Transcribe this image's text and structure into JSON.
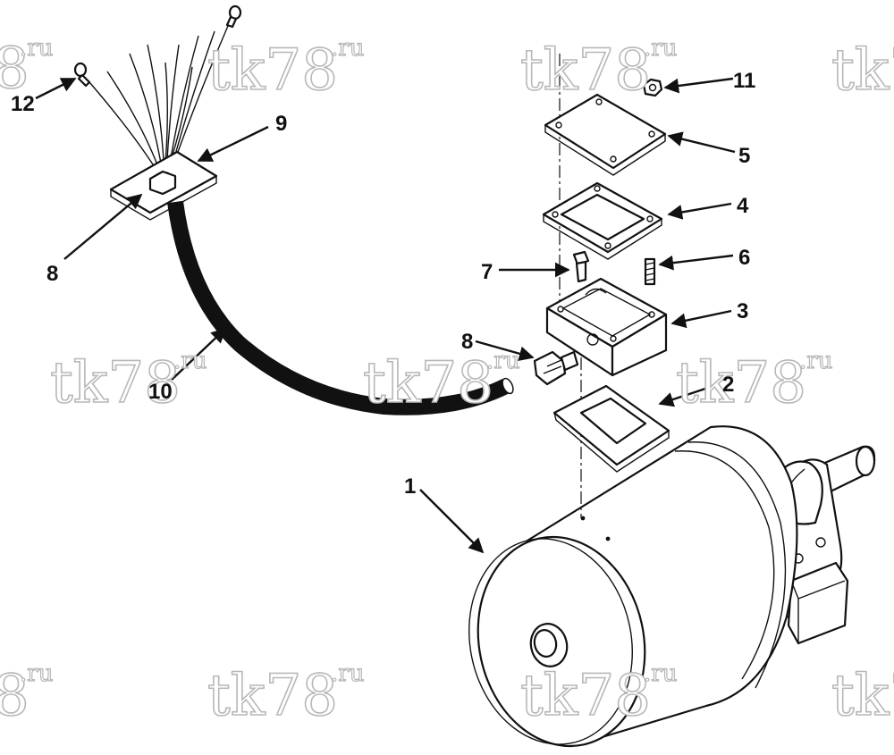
{
  "diagram": {
    "callouts": [
      {
        "id": "c1",
        "label": "1"
      },
      {
        "id": "c2",
        "label": "2"
      },
      {
        "id": "c3",
        "label": "3"
      },
      {
        "id": "c4",
        "label": "4"
      },
      {
        "id": "c5",
        "label": "5"
      },
      {
        "id": "c6",
        "label": "6"
      },
      {
        "id": "c7",
        "label": "7"
      },
      {
        "id": "c8a",
        "label": "8"
      },
      {
        "id": "c8b",
        "label": "8"
      },
      {
        "id": "c9",
        "label": "9"
      },
      {
        "id": "c10",
        "label": "10"
      },
      {
        "id": "c11",
        "label": "11"
      },
      {
        "id": "c12",
        "label": "12"
      }
    ]
  },
  "watermark": {
    "text": "tk78",
    "suffix": ".ru",
    "partial_text": "8"
  },
  "colors": {
    "line": "#111111",
    "watermark_outline": "#b8b8b8",
    "background": "#ffffff"
  }
}
